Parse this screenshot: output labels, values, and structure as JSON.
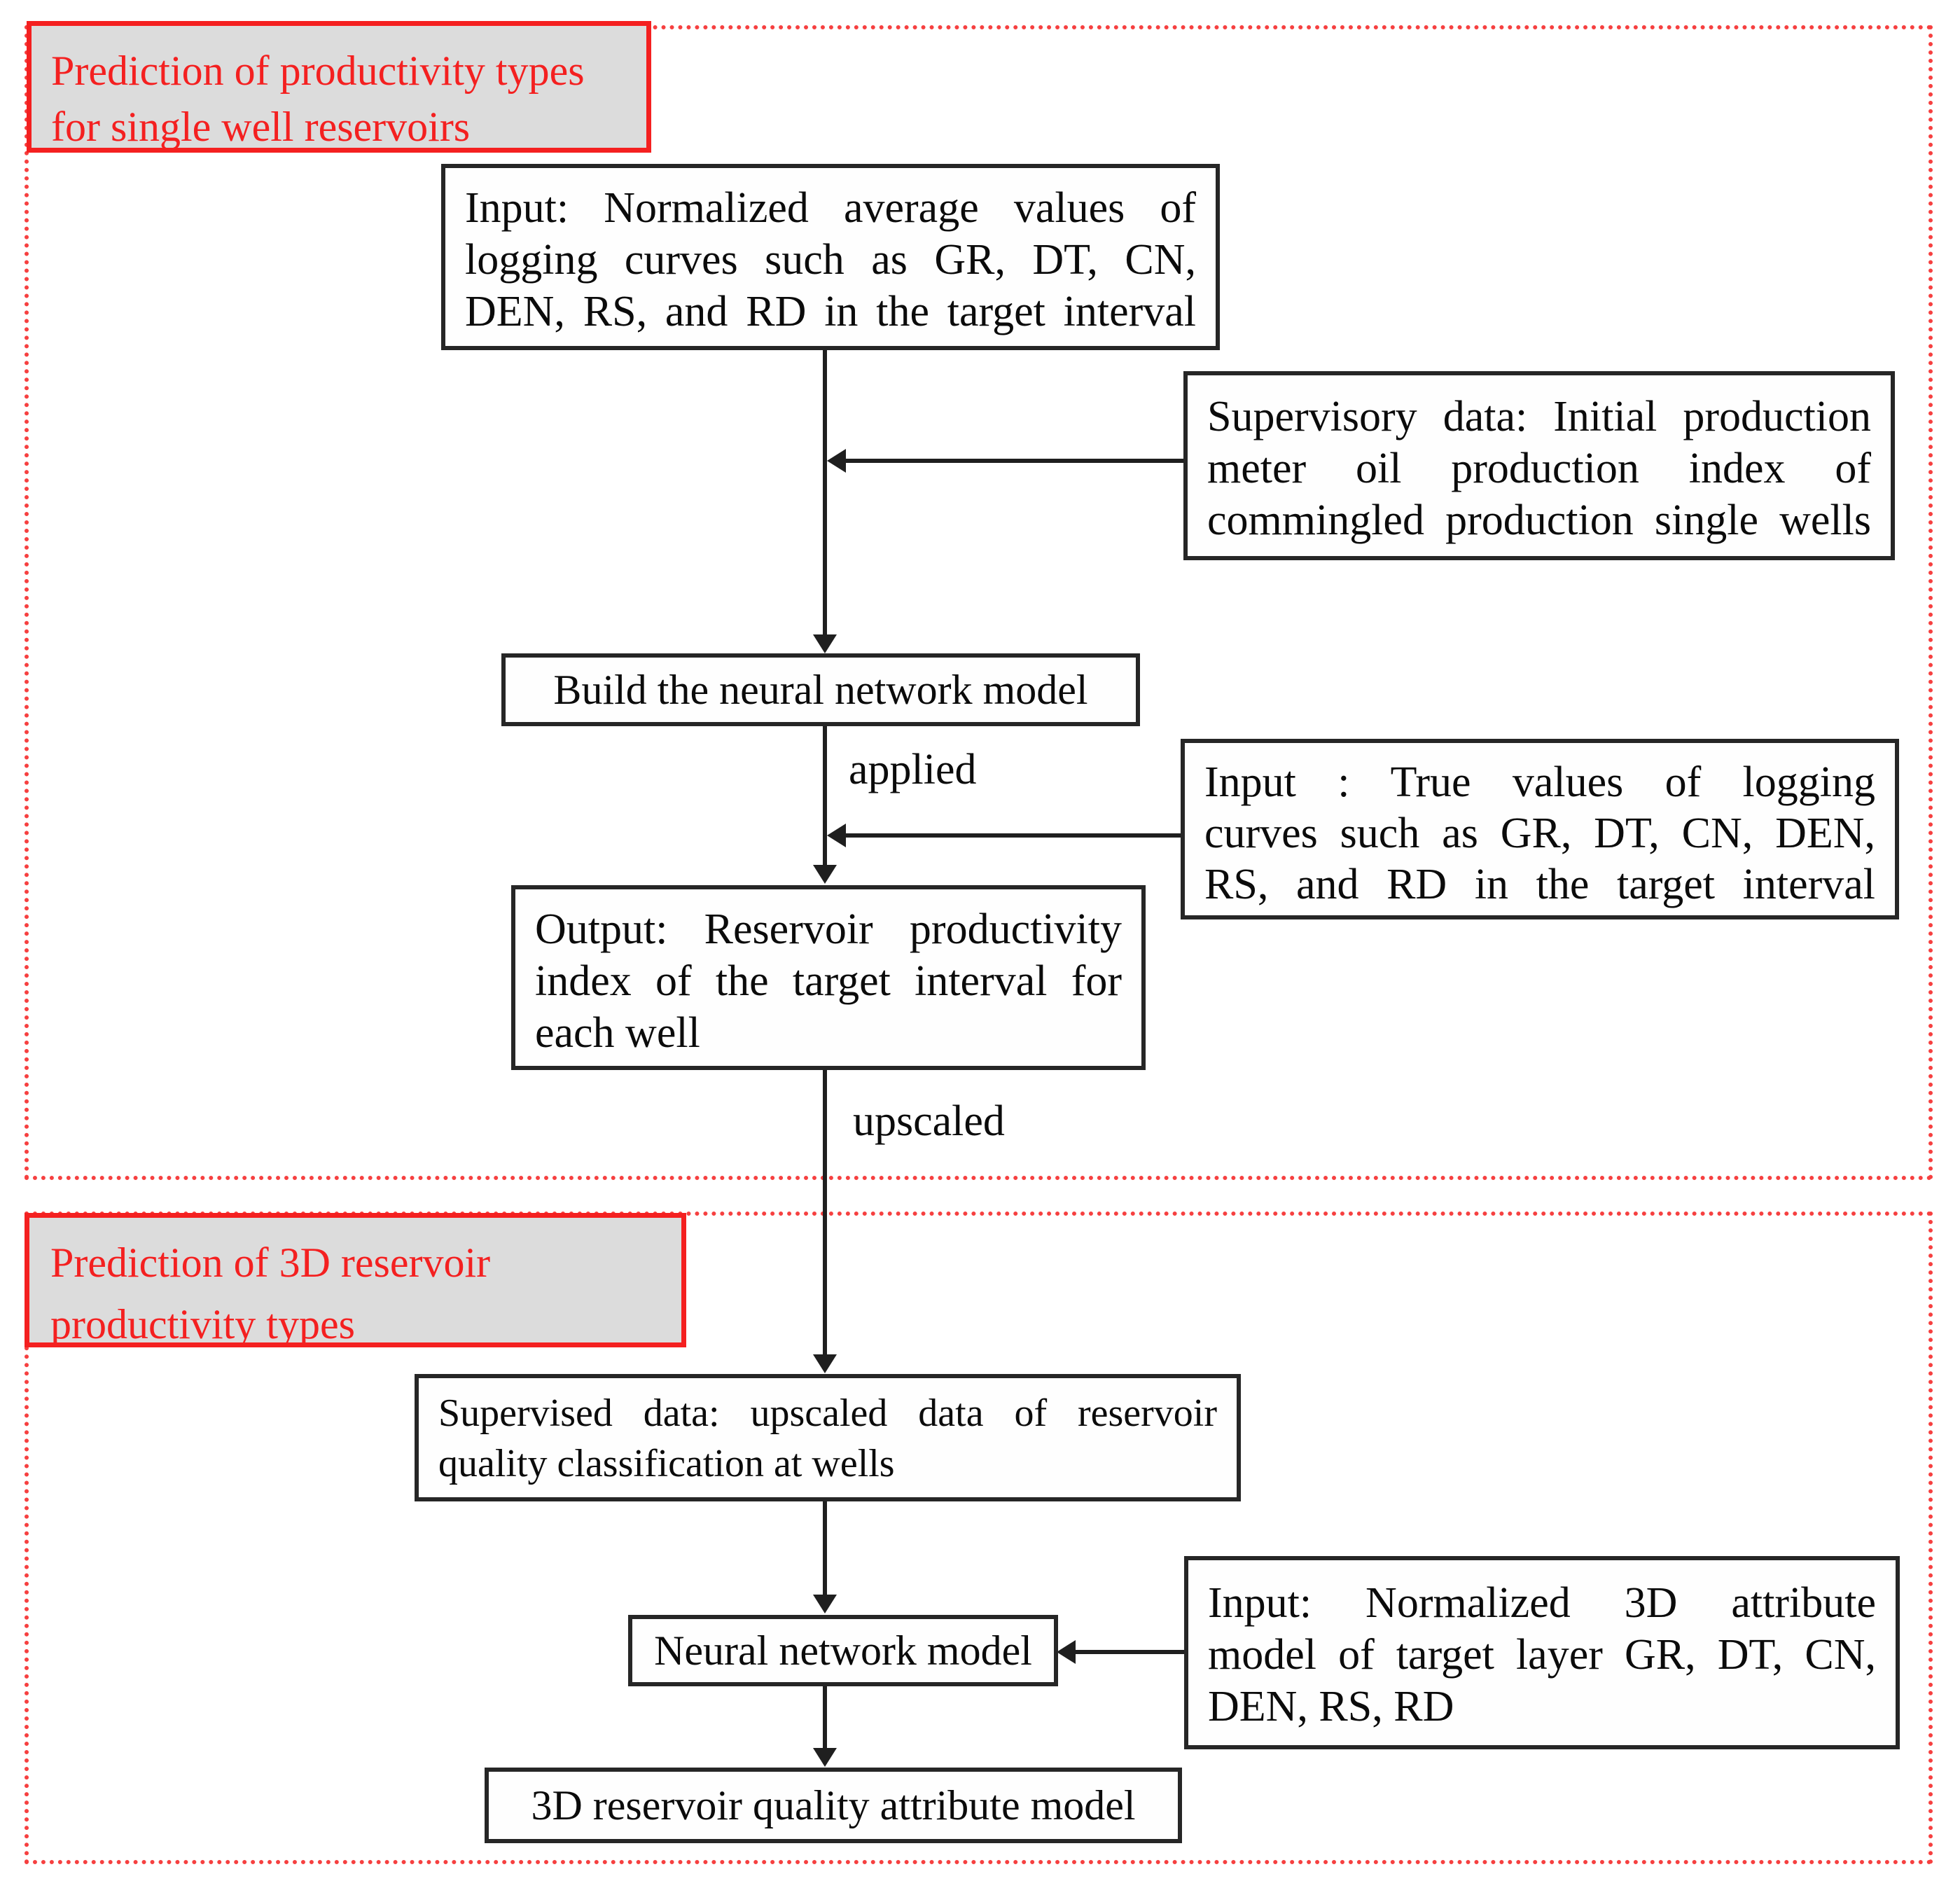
{
  "diagram": {
    "sections": [
      {
        "id": "single-well",
        "label_lines": [
          "Prediction of productivity types",
          "for single well reservoirs"
        ]
      },
      {
        "id": "3d-reservoir",
        "label_lines": [
          "Prediction of 3D reservoir",
          "productivity types"
        ]
      }
    ],
    "nodes": {
      "input_avg": {
        "lines": [
          "Input: Normalized average values of",
          "logging curves such as GR, DT, CN,",
          "DEN, RS, and RD in the target interval"
        ]
      },
      "supervisory": {
        "lines": [
          "Supervisory data: Initial production",
          "meter oil production index of",
          "commingled production single wells"
        ]
      },
      "build_nn": {
        "text": "Build the neural network model"
      },
      "input_true": {
        "lines": [
          "Input : True values of logging",
          "curves such as GR, DT, CN, DEN,",
          "RS, and RD in the target interval"
        ]
      },
      "output": {
        "lines": [
          "Output: Reservoir productivity",
          "index of the target interval for",
          "each well"
        ]
      },
      "supervised": {
        "lines": [
          "Supervised data: upscaled data of reservoir",
          "quality classification at wells"
        ]
      },
      "nn_model": {
        "text": "Neural network model"
      },
      "input_3d": {
        "lines": [
          "Input: Normalized 3D attribute",
          "model of target layer GR, DT, CN,",
          "DEN, RS, RD"
        ]
      },
      "final_model": {
        "text": "3D reservoir quality attribute model"
      }
    },
    "edge_labels": {
      "applied": "applied",
      "upscaled": "upscaled"
    },
    "colors": {
      "section_border_red": "#f64040",
      "label_border_red": "#f42020",
      "label_text_red": "#f42020",
      "label_background_gray": "#dcdcdc",
      "node_border_black": "#262626",
      "connector_black": "#1f1f1f",
      "page_background": "#ffffff"
    }
  }
}
